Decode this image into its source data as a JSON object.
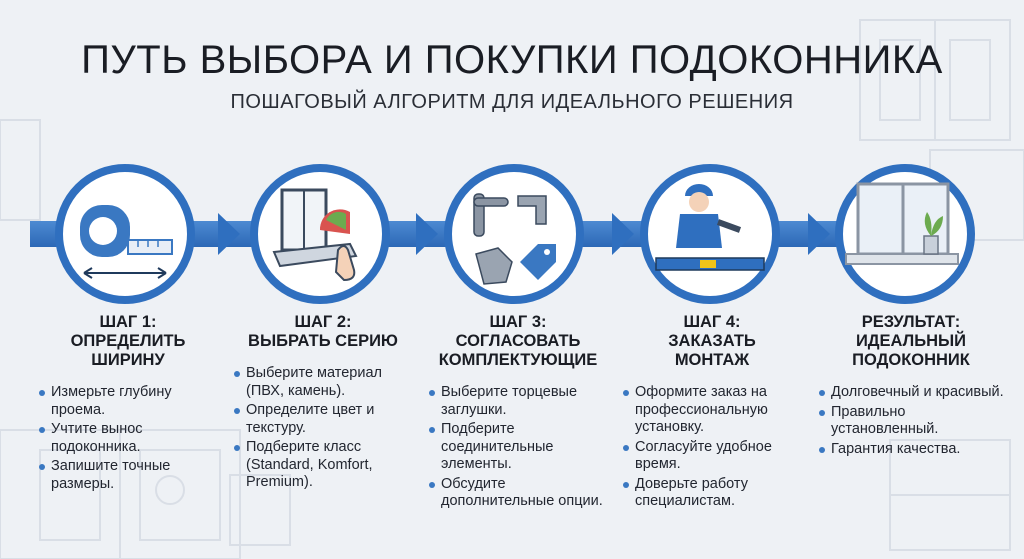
{
  "header": {
    "title": "ПУТЬ ВЫБОРА И ПОКУПКИ ПОДОКОННИКА",
    "subtitle": "ПОШАГОВЫЙ АЛГОРИТМ ДЛЯ ИДЕАЛЬНОГО РЕШЕНИЯ"
  },
  "colors": {
    "accent": "#2f6fbf",
    "background": "#eef1f5",
    "text": "#1a1d24"
  },
  "steps": [
    {
      "title": "ШАГ 1:\nОПРЕДЕЛИТЬ\nШИРИНУ",
      "icon": "tape-measure-icon",
      "items": [
        "Измерьте глубину проема.",
        "Учтите вынос подоконника.",
        "Запишите точные размеры."
      ]
    },
    {
      "title": "ШАГ 2:\nВЫБРАТЬ СЕРИЮ",
      "icon": "window-sample-icon",
      "items": [
        "Выберите материал (ПВХ, камень).",
        "Определите цвет и текстуру.",
        "Подберите класс (Standard, Komfort, Premium)."
      ]
    },
    {
      "title": "ШАГ 3:\nСОГЛАСОВАТЬ\nКОМПЛЕКТУЮЩИЕ",
      "icon": "accessories-icon",
      "items": [
        "Выберите торцевые заглушки.",
        "Подберите соединительные элементы.",
        "Обсудите дополнительные опции."
      ]
    },
    {
      "title": "ШАГ 4:\nЗАКАЗАТЬ\nМОНТАЖ",
      "icon": "installer-icon",
      "items": [
        "Оформите заказ на профессиональную установку.",
        "Согласуйте удобное время.",
        "Доверьте работу специалистам."
      ]
    },
    {
      "title": "РЕЗУЛЬТАТ:\nИДЕАЛЬНЫЙ\nПОДОКОННИК",
      "icon": "finished-window-icon",
      "items": [
        "Долговечный и красивый.",
        "Правильно установленный.",
        "Гарантия качества."
      ]
    }
  ]
}
